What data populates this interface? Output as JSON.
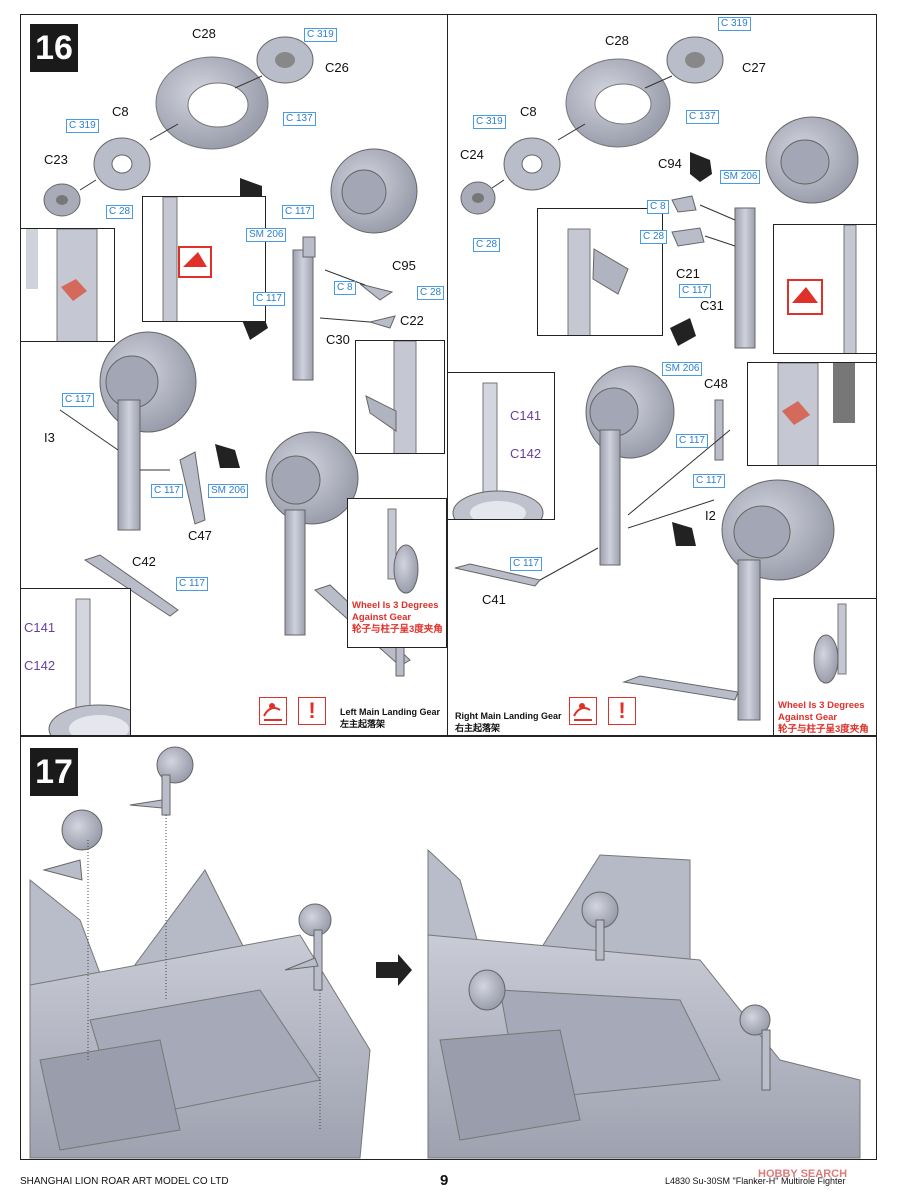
{
  "step16": {
    "number": "16",
    "left": {
      "parts": [
        "C28",
        "C26",
        "C8",
        "C23",
        "C95",
        "C22",
        "C30",
        "I3",
        "C47",
        "C42"
      ],
      "blue": [
        "C 319",
        "C 137",
        "C 319",
        "C 28",
        "C 117",
        "SM 206",
        "C 8",
        "C 28",
        "C 117",
        "C 117",
        "C 117",
        "SM 206",
        "C 117"
      ],
      "inset_labels": [
        "C141",
        "C142"
      ],
      "note_lines": [
        "Wheel Is 3 Degrees",
        "Against Gear",
        "轮子与柱子呈3度夹角"
      ],
      "caption_en": "Left Main Landing Gear",
      "caption_cn": "左主起落架"
    },
    "right": {
      "parts": [
        "C28",
        "C27",
        "C8",
        "C24",
        "C94",
        "C21",
        "C31",
        "C48",
        "I2",
        "C41"
      ],
      "blue": [
        "C 319",
        "C 137",
        "C 319",
        "C 28",
        "SM 206",
        "C 8",
        "C 28",
        "C 117",
        "SM 206",
        "C 117",
        "C 117",
        "C 117"
      ],
      "inset_labels": [
        "C141",
        "C142"
      ],
      "note_lines": [
        "Wheel Is 3 Degrees",
        "Against Gear",
        "轮子与柱子呈3度夹角"
      ],
      "caption_en": "Right Main Landing Gear",
      "caption_cn": "右主起落架"
    }
  },
  "step17": {
    "number": "17"
  },
  "footer": {
    "company": "SHANGHAI LION ROAR ART MODEL CO LTD",
    "page": "9",
    "product": "L4830 Su-30SM \"Flanker-H\" Multirole Fighter",
    "watermark": "HOBBY SEARCH"
  },
  "colors": {
    "part_gray": "#b9bcc9",
    "blue_label": "#2a7fd0",
    "red": "#e0302a",
    "purple": "#6a3ea0"
  }
}
